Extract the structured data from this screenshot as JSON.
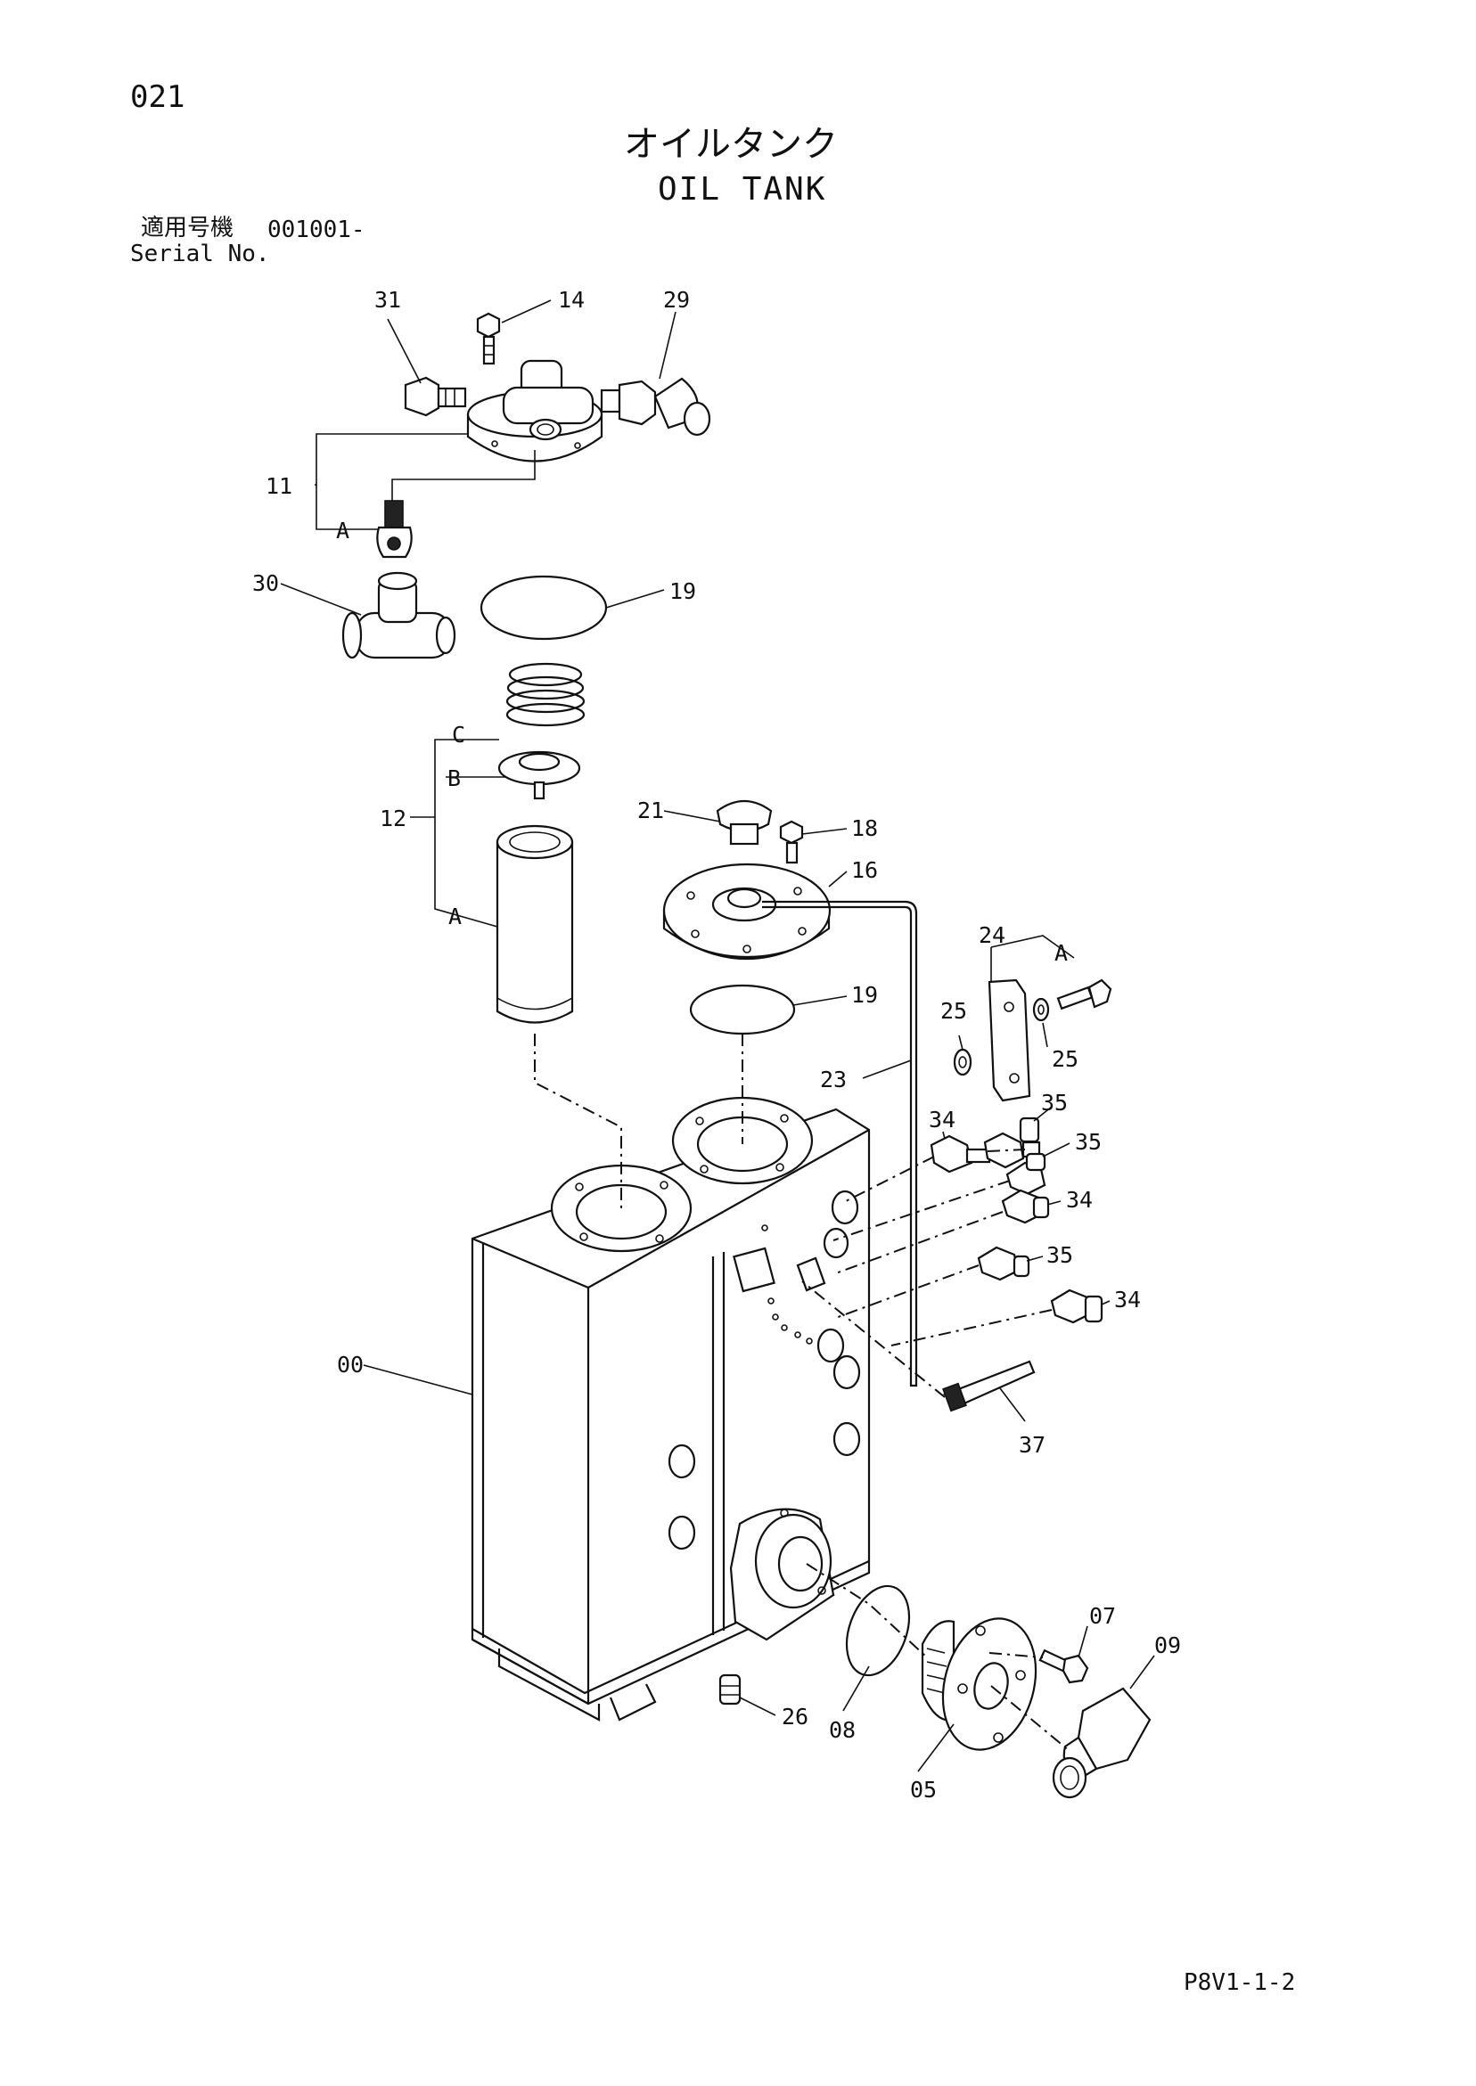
{
  "header": {
    "page_number": "021",
    "title_ja": "オイルタンク",
    "title_en": "OIL TANK",
    "serial_label_ja": "適用号機",
    "serial_range": "001001-",
    "serial_label_en": "Serial No."
  },
  "footer": {
    "drawing_code": "P8V1-1-2"
  },
  "callouts": {
    "c31": "31",
    "c14": "14",
    "c29": "29",
    "c11": "11",
    "c11a": "A",
    "c30": "30",
    "c19a": "19",
    "c12": "12",
    "c12c": "C",
    "c12b": "B",
    "c12a": "A",
    "c21": "21",
    "c18": "18",
    "c16": "16",
    "c19b": "19",
    "c24": "24",
    "c24a": "A",
    "c25a": "25",
    "c25b": "25",
    "c23": "23",
    "c34a": "34",
    "c35a": "35",
    "c35b": "35",
    "c34b": "34",
    "c35c": "35",
    "c34c": "34",
    "c37": "37",
    "c00": "00",
    "c26": "26",
    "c08": "08",
    "c05": "05",
    "c07": "07",
    "c09": "09"
  }
}
